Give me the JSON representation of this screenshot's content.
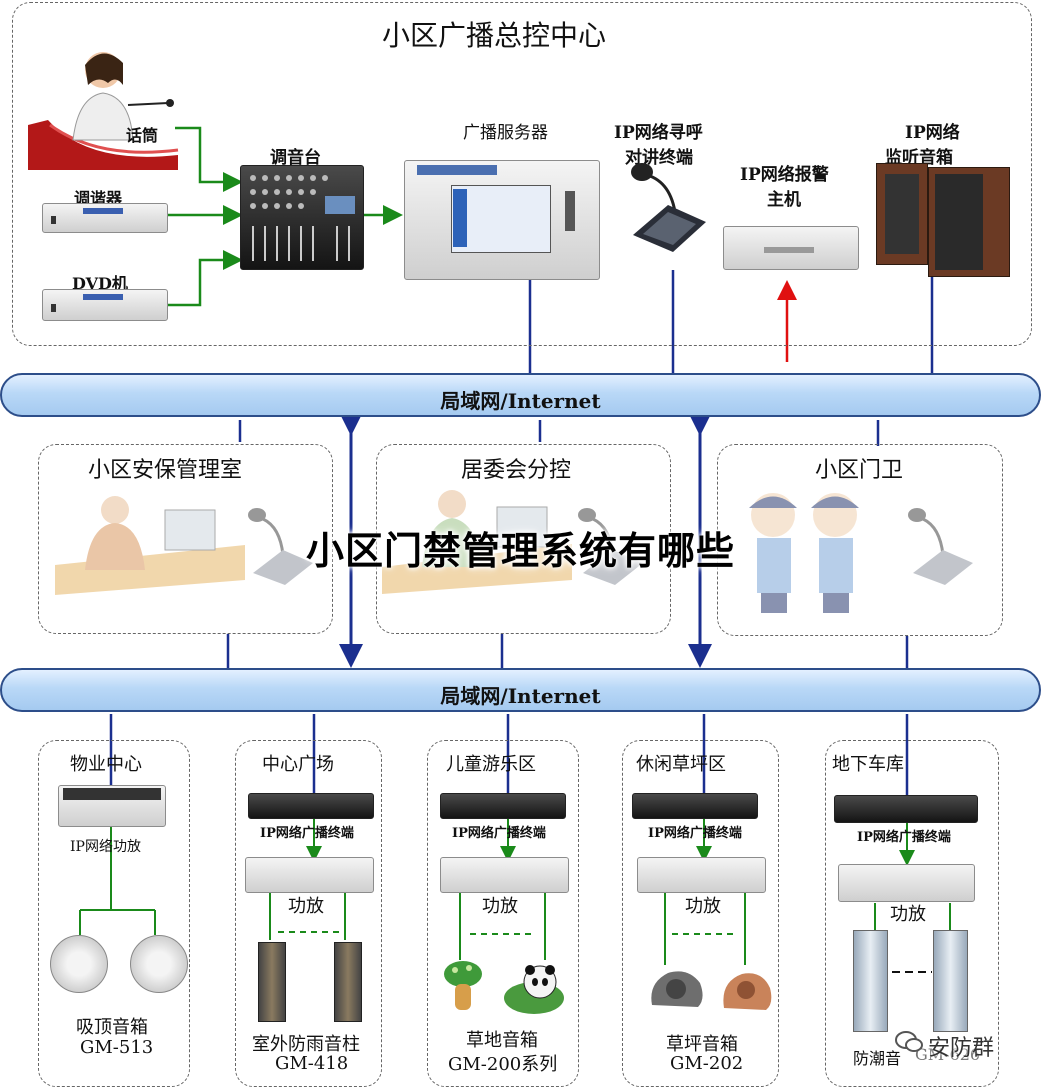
{
  "control_center": {
    "title": "小区广播总控中心",
    "mic_label": "话筒",
    "tuner_label": "调谐器",
    "dvd_label": "DVD机",
    "mixer_label": "调音台",
    "server_label": "广播服务器",
    "intercom_label_line1": "IP网络寻呼",
    "intercom_label_line2": "对讲终端",
    "alarm_label_line1": "IP网络报警",
    "alarm_label_line2": "主机",
    "monitor_label_line1": "IP网络",
    "monitor_label_line2": "监听音箱"
  },
  "networks": {
    "top_label": "局域网/Internet",
    "bottom_label": "局域网/Internet"
  },
  "middle_rooms": {
    "security_room": "小区安保管理室",
    "committee": "居委会分控",
    "gate": "小区门卫"
  },
  "overlay_title": "小区门禁管理系统有哪些",
  "zones": [
    {
      "title": "物业中心",
      "device": "IP网络功放",
      "speaker_name": "吸顶音箱",
      "model": "GM-513"
    },
    {
      "title": "中心广场",
      "terminal": "IP网络广播终端",
      "amp": "功放",
      "speaker_name": "室外防雨音柱",
      "model": "GM-418"
    },
    {
      "title": "儿童游乐区",
      "terminal": "IP网络广播终端",
      "amp": "功放",
      "speaker_name": "草地音箱",
      "model": "GM-200系列"
    },
    {
      "title": "休闲草坪区",
      "terminal": "IP网络广播终端",
      "amp": "功放",
      "speaker_name": "草坪音箱",
      "model": "GM-202"
    },
    {
      "title": "地下车库",
      "terminal": "IP网络广播终端",
      "amp": "功放",
      "speaker_name": "防潮音",
      "model": "GM-626"
    }
  ],
  "watermark_text": "安防群",
  "colors": {
    "network_fill": "#b9d8f7",
    "network_border": "#2d4e8a",
    "link_blue": "#1b2f8f",
    "link_green": "#1a8a1a",
    "alarm_red": "#e01010"
  }
}
